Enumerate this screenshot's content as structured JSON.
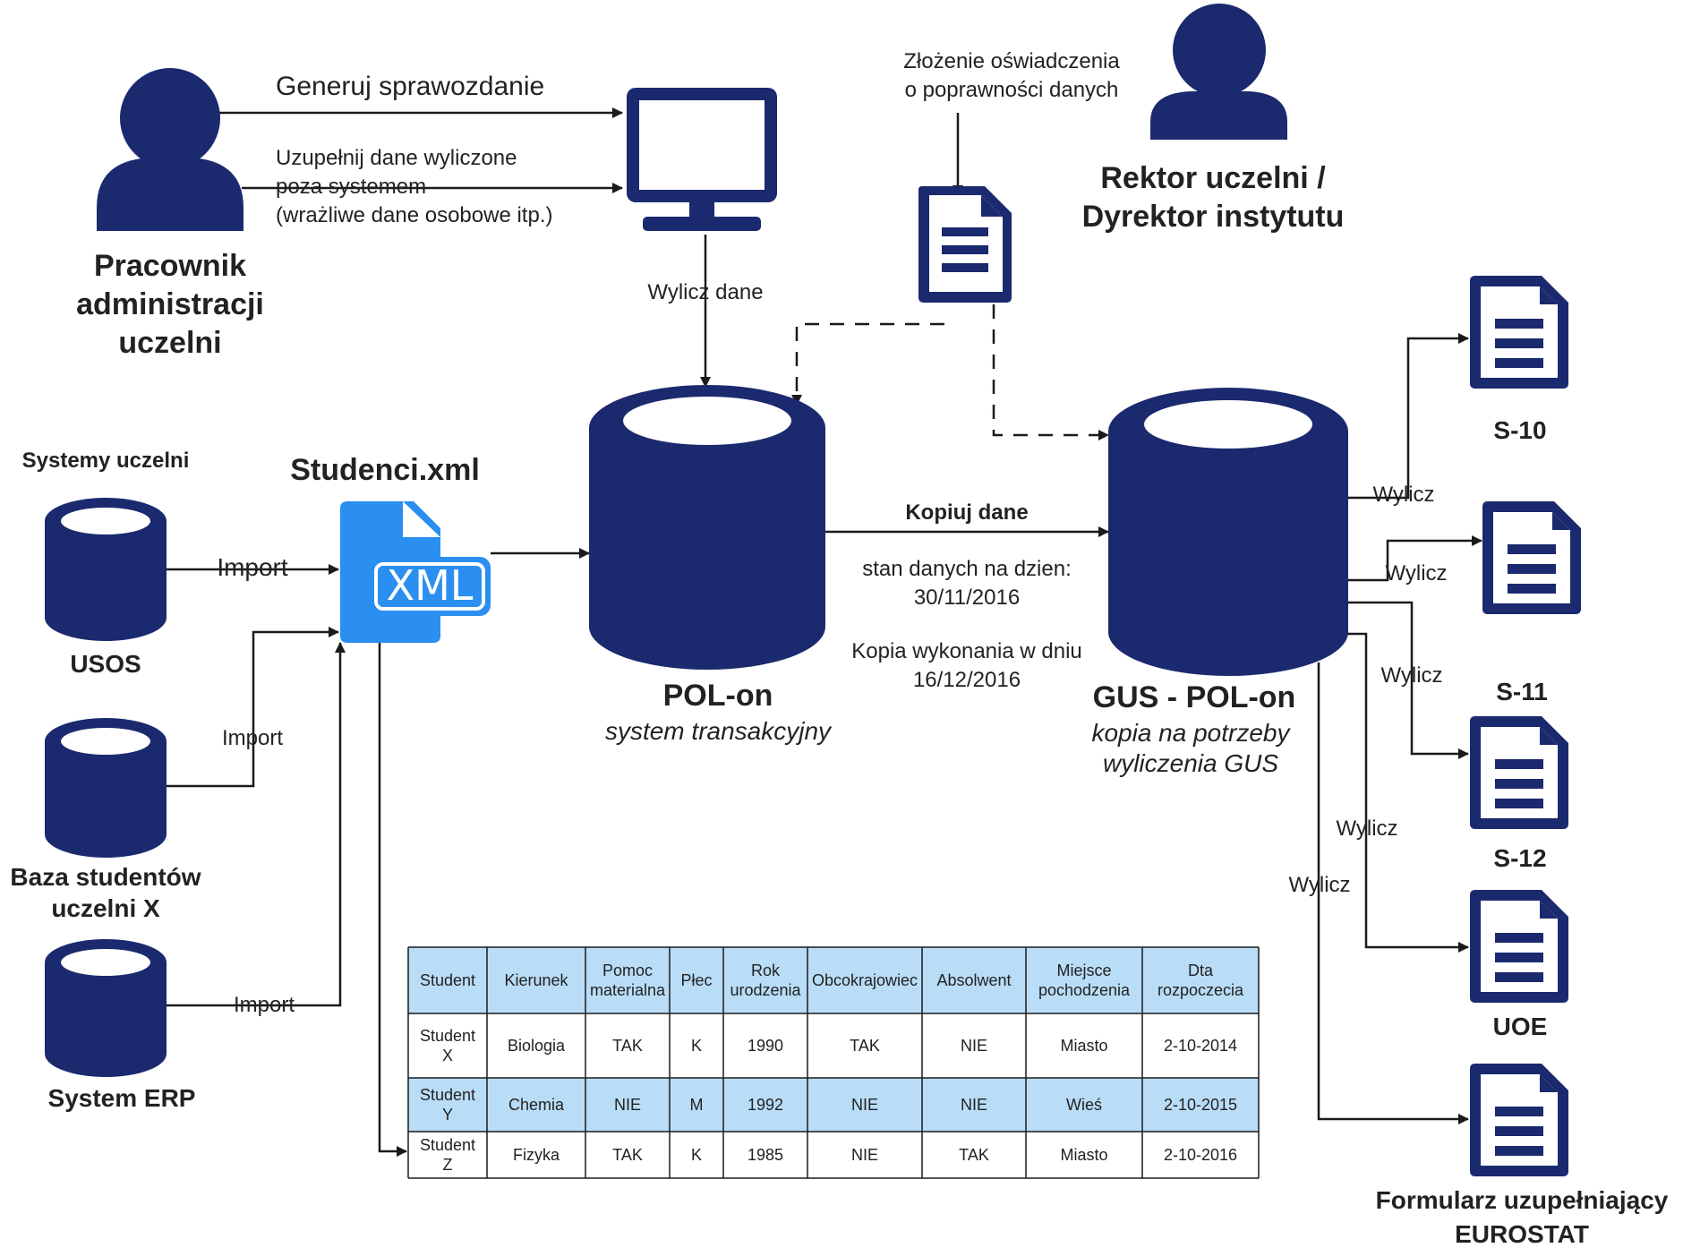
{
  "actors": {
    "admin": "Pracownik administracji uczelni",
    "admin_lines": [
      "Pracownik",
      "administracji",
      "uczelni"
    ],
    "rector_lines": [
      "Rektor uczelni /",
      "Dyrektor instytutu"
    ]
  },
  "labels": {
    "generuj": "Generuj sprawozdanie",
    "uzupelnij_lines": [
      "Uzupełnij dane wyliczone",
      "poza systemem",
      "(wrażliwe dane osobowe itp.)"
    ],
    "zlozenie_lines": [
      "Złożenie oświadczenia",
      "o poprawności danych"
    ],
    "wylicz_dane": "Wylicz dane",
    "kopiuj": "Kopiuj dane",
    "stan_lines": [
      "stan danych na dzien:",
      "30/11/2016"
    ],
    "kopia_lines": [
      "Kopia wykonania w dniu",
      "16/12/2016"
    ],
    "systemy": "Systemy uczelni",
    "import": "Import",
    "wylicz": "Wylicz"
  },
  "sources": {
    "usos": "USOS",
    "baza_lines": [
      "Baza studentów",
      "uczelni X"
    ],
    "erp": "System ERP"
  },
  "xml": {
    "title": "Studenci.xml",
    "badge": "XML"
  },
  "polon": {
    "title": "POL-on",
    "subtitle": "system transakcyjny"
  },
  "gus": {
    "title": "GUS - POL-on",
    "subtitle_lines": [
      "kopia na potrzeby",
      "wyliczenia GUS"
    ]
  },
  "reports": {
    "s10": "S-10",
    "s11": "S-11",
    "s12": "S-12",
    "uoe": "UOE",
    "eurostat_lines": [
      "Formularz uzupełniający",
      "EUROSTAT"
    ]
  },
  "table": {
    "headers": [
      [
        "Student"
      ],
      [
        "Kierunek"
      ],
      [
        "Pomoc",
        "materialna"
      ],
      [
        "Płec"
      ],
      [
        "Rok",
        "urodzenia"
      ],
      [
        "Obcokrajowiec"
      ],
      [
        "Absolwent"
      ],
      [
        "Miejsce",
        "pochodzenia"
      ],
      [
        "Dta",
        "rozpoczecia"
      ]
    ],
    "rows": [
      [
        [
          "Student",
          "X"
        ],
        [
          "Biologia"
        ],
        [
          "TAK"
        ],
        [
          "K"
        ],
        [
          "1990"
        ],
        [
          "TAK"
        ],
        [
          "NIE"
        ],
        [
          "Miasto"
        ],
        [
          "2-10-2014"
        ]
      ],
      [
        [
          "Student",
          "Y"
        ],
        [
          "Chemia"
        ],
        [
          "NIE"
        ],
        [
          "M"
        ],
        [
          "1992"
        ],
        [
          "NIE"
        ],
        [
          "NIE"
        ],
        [
          "Wieś"
        ],
        [
          "2-10-2015"
        ]
      ],
      [
        [
          "Student",
          "Z"
        ],
        [
          "Fizyka"
        ],
        [
          "TAK"
        ],
        [
          "K"
        ],
        [
          "1985"
        ],
        [
          "NIE"
        ],
        [
          "TAK"
        ],
        [
          "Miasto"
        ],
        [
          "2-10-2016"
        ]
      ]
    ]
  },
  "colors": {
    "navy": "#1b2a6e",
    "xml_blue": "#2a8ff0",
    "table_highlight": "#b9ddf7"
  }
}
